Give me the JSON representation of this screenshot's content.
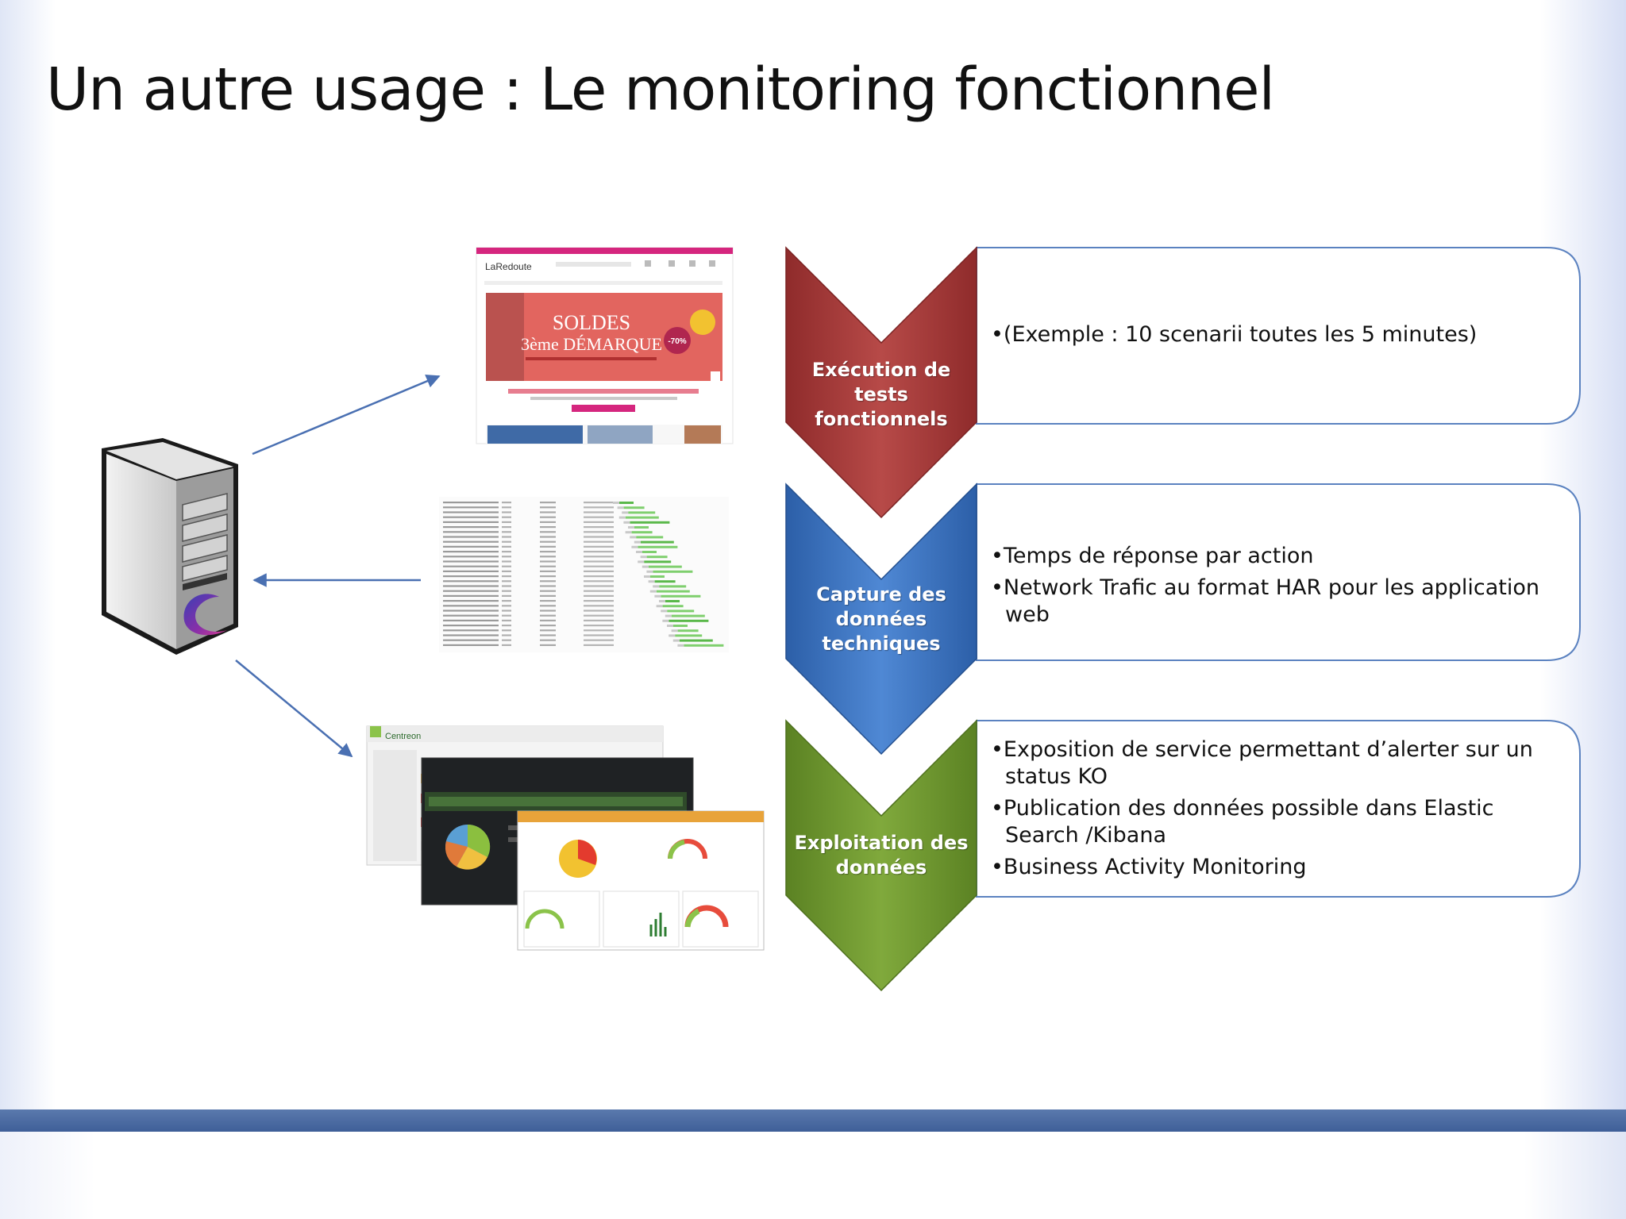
{
  "title": "Un autre usage : Le monitoring fonctionnel",
  "colors": {
    "arrow": "#4a70b2",
    "step1": "#a63a3a",
    "step2": "#3b74c2",
    "step3": "#6e962f",
    "box_border": "#5b82c0",
    "footer_bar": "#4a6aa3"
  },
  "icons": {
    "server": "server-tower-icon",
    "logo": "company-c-logo-icon"
  },
  "screenshots": {
    "webpage": {
      "brand": "LaRedoute",
      "headline": "SOLDES",
      "subline": "3ème DÉMARQUE",
      "badge": "-70%"
    },
    "dashboard": {
      "brand": "Centreon"
    }
  },
  "steps": [
    {
      "label": "Exécution de tests fonctionnels",
      "bullets": [
        "•(Exemple : 10 scenarii toutes les 5 minutes)"
      ]
    },
    {
      "label": "Capture des données techniques",
      "bullets": [
        "•Temps de réponse par action",
        "•Network Trafic au format HAR pour les application web"
      ]
    },
    {
      "label": "Exploitation des données",
      "bullets": [
        "•Exposition de service permettant d’alerter sur un status KO",
        "•Publication des données possible dans Elastic Search /Kibana",
        "•Business Activity Monitoring"
      ]
    }
  ]
}
